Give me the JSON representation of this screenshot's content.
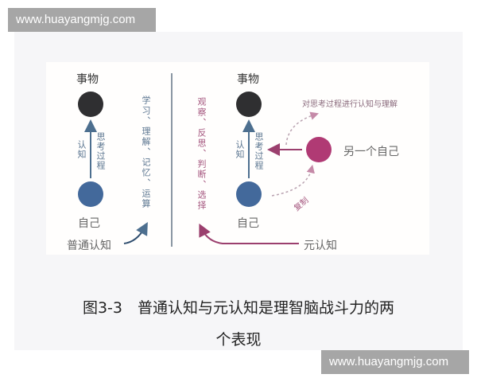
{
  "watermarks": {
    "top_left": "www.huayangmjg.com",
    "bottom_right": "www.huayangmjg.com"
  },
  "colors": {
    "thing_circle": "#2f2f31",
    "self_circle": "#43699b",
    "other_self_circle": "#b03a74",
    "blue_arrow": "#4d6f8f",
    "magenta_arrow": "#9b3f6e",
    "blue_text": "#5b7590",
    "magenta_text": "#a5577f"
  },
  "left_diagram": {
    "top_label": "事物",
    "bottom_label": "自己",
    "arrow_left_label": "认知",
    "arrow_right_label": "思考过程",
    "activities_label": "学习、理解、记忆、运算",
    "footer_label": "普通认知"
  },
  "right_diagram": {
    "top_label": "事物",
    "bottom_label": "自己",
    "arrow_left_label": "认知",
    "arrow_right_label": "思考过程",
    "activities_label": "观察、反思、判断、选择",
    "other_self_label": "另一个自己",
    "meta_note": "对思考过程进行认知与理解",
    "copy_label": "复制",
    "footer_label": "元认知"
  },
  "caption": {
    "line1": "图3-3　普通认知与元认知是理智脑战斗力的两",
    "line2": "个表现"
  }
}
